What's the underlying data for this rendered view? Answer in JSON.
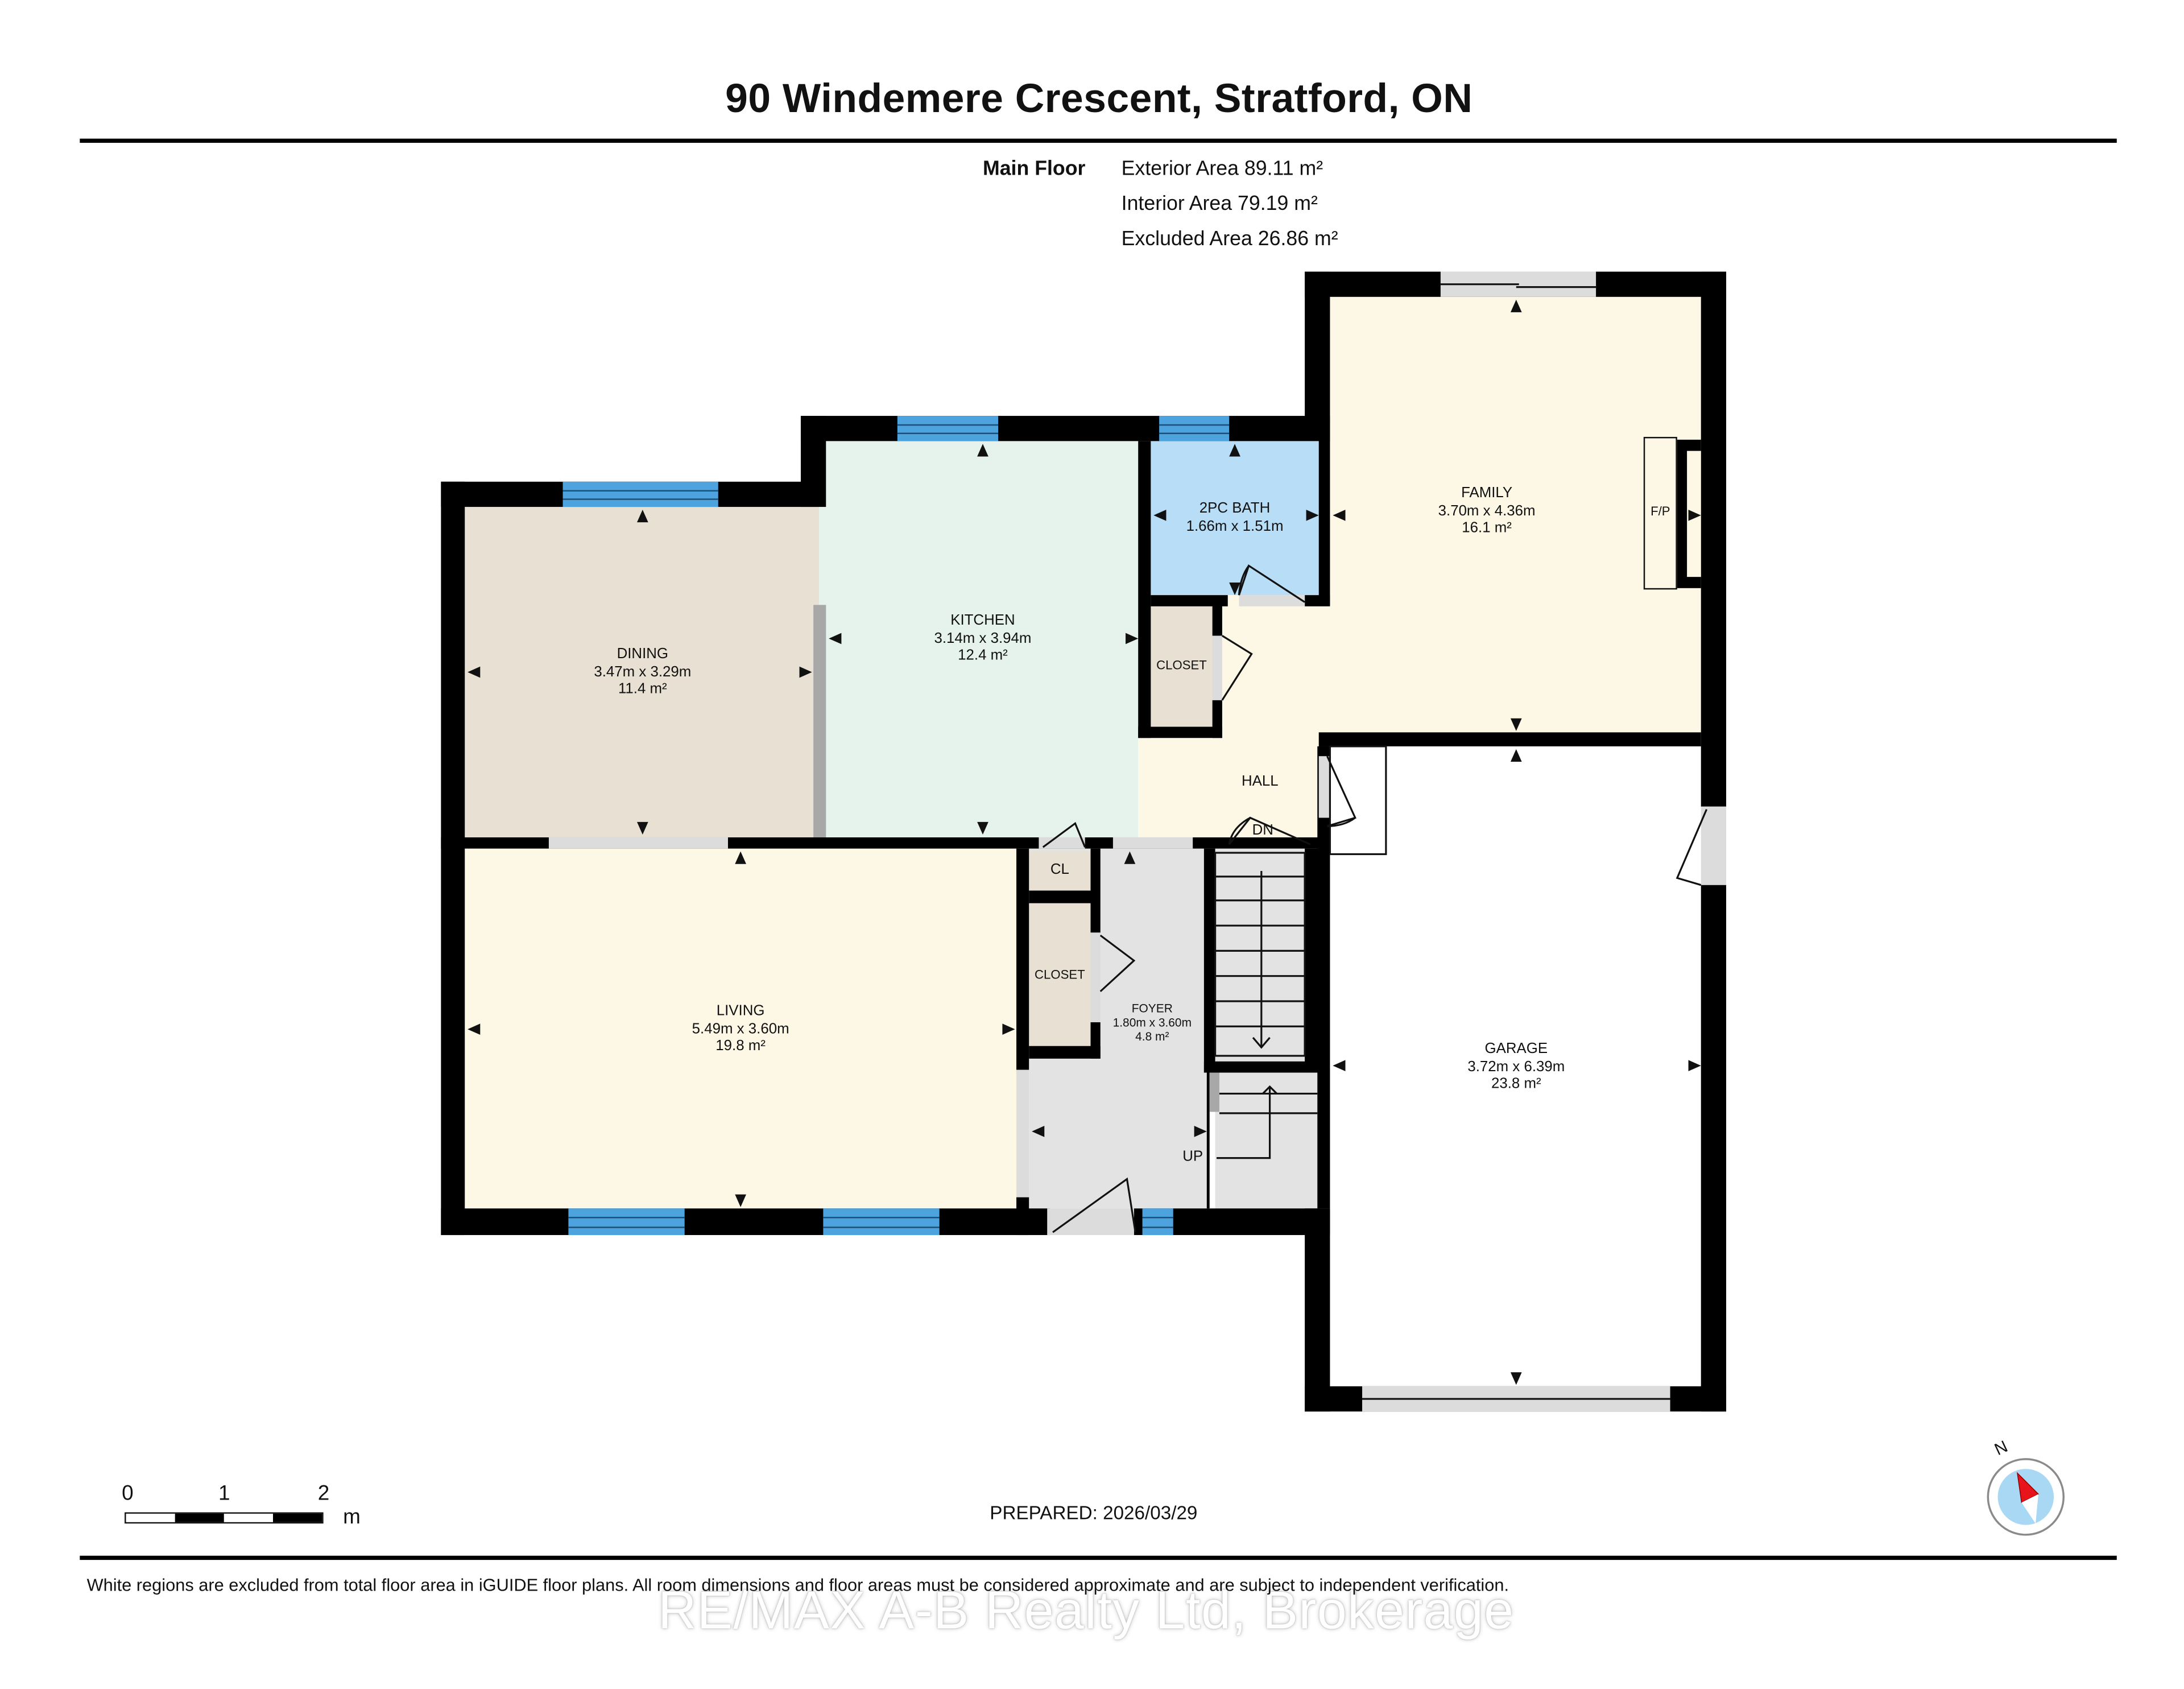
{
  "header": {
    "title": "90 Windemere Crescent, Stratford, ON"
  },
  "floor_summary": {
    "floor_name": "Main Floor",
    "exterior_area": "Exterior Area 89.11 m²",
    "interior_area": "Interior Area 79.19 m²",
    "excluded_area": "Excluded Area 26.86 m²"
  },
  "rooms": {
    "dining": {
      "name": "DINING",
      "dimensions": "3.47m x 3.29m",
      "area": "11.4 m²",
      "color": "#e8e0d3"
    },
    "kitchen": {
      "name": "KITCHEN",
      "dimensions": "3.14m x 3.94m",
      "area": "12.4 m²",
      "color": "#e6f3ec"
    },
    "bath": {
      "name": "2PC BATH",
      "dimensions": "1.66m x 1.51m",
      "color": "#b8def7"
    },
    "family": {
      "name": "FAMILY",
      "dimensions": "3.70m x 4.36m",
      "area": "16.1 m²",
      "color": "#fdf8e6"
    },
    "closet_hall": {
      "name": "CLOSET",
      "color": "#e8e0d3"
    },
    "hall": {
      "name": "HALL",
      "stair_label": "DN",
      "color": "#fdf8e6"
    },
    "living": {
      "name": "LIVING",
      "dimensions": "5.49m x 3.60m",
      "area": "19.8 m²",
      "color": "#fdf8e6"
    },
    "cl": {
      "name": "CL",
      "color": "#e8e0d3"
    },
    "closet_foyer": {
      "name": "CLOSET",
      "color": "#e8e0d3"
    },
    "foyer": {
      "name": "FOYER",
      "dimensions": "1.80m x 3.60m",
      "area": "4.8 m²",
      "stair_label": "UP",
      "color": "#e3e3e3"
    },
    "garage": {
      "name": "GARAGE",
      "dimensions": "3.72m x 6.39m",
      "area": "23.8 m²",
      "color": "#ffffff"
    },
    "fireplace": {
      "name": "F/P"
    }
  },
  "scale_bar": {
    "ticks": [
      "0",
      "1",
      "2"
    ],
    "unit": "m"
  },
  "footer": {
    "prepared": "PREPARED: 2026/03/29",
    "disclaimer": "White regions are excluded from total floor area in iGUIDE floor plans. All room dimensions and floor areas must be considered approximate and are subject to independent verification.",
    "watermark": "RE/MAX A-B Realty Ltd, Brokerage"
  },
  "compass": {
    "north_label": "N",
    "needle_color": "#e8141b",
    "dial_color": "#a9d8f5"
  },
  "colors": {
    "wall": "#000000",
    "window": "#4da3de",
    "opening": "#dcdcdc"
  }
}
